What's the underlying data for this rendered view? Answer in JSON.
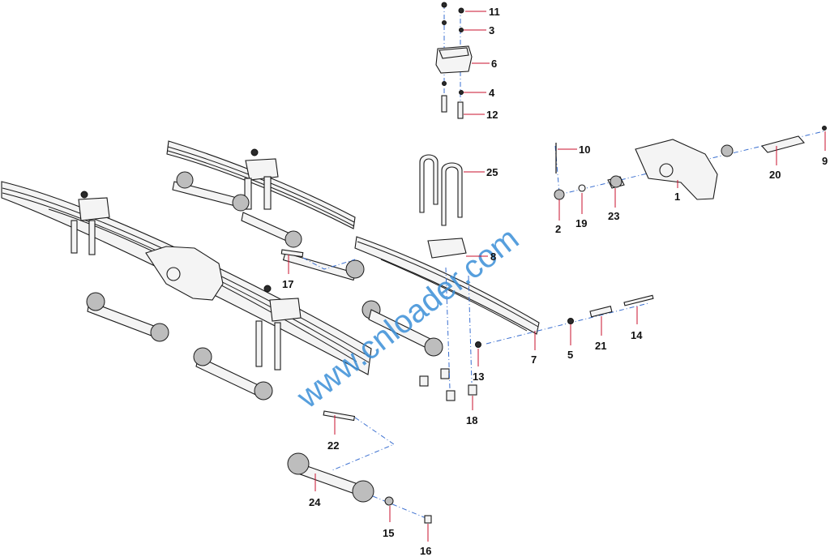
{
  "diagram": {
    "watermark": "www.cnloader.com",
    "callouts": [
      "1",
      "2",
      "3",
      "4",
      "5",
      "6",
      "7",
      "8",
      "9",
      "10",
      "11",
      "12",
      "13",
      "14",
      "15",
      "16",
      "17",
      "18",
      "19",
      "20",
      "21",
      "22",
      "23",
      "24",
      "25"
    ]
  },
  "colors": {
    "callout_leader": "#c8102e",
    "centerline": "#3a6fd0",
    "watermark": "#3a8fd8",
    "outline": "#1a1a1a"
  }
}
